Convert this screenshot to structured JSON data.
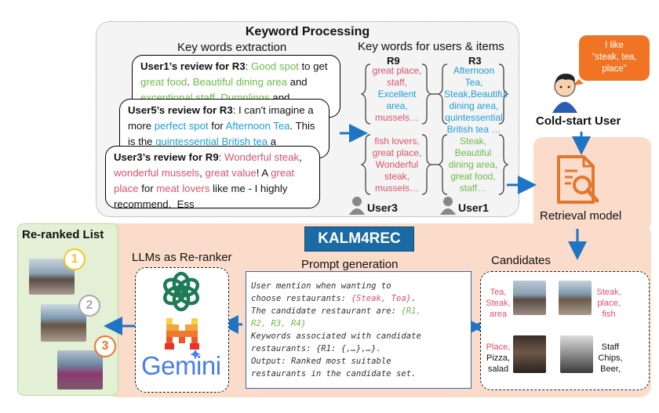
{
  "keyword_processing": {
    "title": "Keyword Processing",
    "extraction_title": "Key words extraction",
    "users_items_title": "Key words for  users & items"
  },
  "reviews": {
    "r1": {
      "head": "User1’s review for R3",
      "sep": ": ",
      "t1": "Good spot",
      "t2": " to get ",
      "t3": "great food",
      "t4": ". ",
      "t5": "Beautiful dining area",
      "t6": " and ",
      "t7": "exceptional staff",
      "t8": ". ",
      "t9": "Dumplings",
      "t10": " and"
    },
    "r2": {
      "head": "User5’s review for R3",
      "sep": ": ",
      "t1": "I can't imagine a more ",
      "t2": "perfect spot",
      "t3": " for ",
      "t4": "Afternoon Tea",
      "t5": ". This is the ",
      "t6": "quintessential British tea",
      "t7": " a"
    },
    "r3": {
      "head": "User3’s review for R9",
      "sep": ": ",
      "t1": "Wonderful steak",
      "t2": ", ",
      "t3": "wonderful mussels",
      "t4": ", ",
      "t5": "great value",
      "t6": "! A ",
      "t7": "great place",
      "t8": " for ",
      "t9": "meat lovers",
      "t10": " like me - I highly recommend.",
      "t11": "Ess"
    }
  },
  "keyword_columns": {
    "r9_label": "R9",
    "r3_label": "R3",
    "r9_user5": [
      "great place,",
      "staff,",
      "Excellent",
      "area,",
      "mussels…"
    ],
    "r3_user5": [
      "Afternoon Tea,",
      "Steak,Beautiful",
      "dining area,",
      "quintessential",
      "British tea …"
    ],
    "r9_user3": [
      "fish lovers,",
      "great place,",
      "Wonderful",
      "steak,",
      "mussels…"
    ],
    "r3_user1": [
      "Steak,",
      "Beautiful",
      "dining area,",
      "great food,",
      "staff…"
    ]
  },
  "users": {
    "user3": "User3",
    "user1": "User1"
  },
  "cold_start": {
    "bubble_line1": "I like",
    "bubble_line2": "“steak, tea,",
    "bubble_line3": "place”",
    "label": "Cold-start User"
  },
  "retrieval": {
    "label": "Retrieval model"
  },
  "kalm": {
    "label": "KALM4REC"
  },
  "prompt": {
    "title": "Prompt generation",
    "l1": "User  mention when wanting to",
    "l2a": "choose restaurants: ",
    "l2b": "{Steak, Tea}",
    "l2c": ".",
    "l3a": "The candidate restaurant are: ",
    "l3b": "{R1,",
    "l4a": "R2, R3, R4}",
    "l5": "Keywords associated with candidate",
    "l6": "restaurants: {R1: {,…},…}.",
    "l7": "Output: Ranked most suitable",
    "l8": "restaurants in the candidate set."
  },
  "candidates": {
    "title": "Candidates",
    "c1": [
      "Tea,",
      "Steak,",
      "area"
    ],
    "c2": [
      "Steak,",
      "place,",
      "fish"
    ],
    "c3_red": "Place,",
    "c3": [
      "Pizza,",
      "salad"
    ],
    "c4": [
      "Staff",
      "Chips,",
      "Beer,"
    ]
  },
  "llm": {
    "title": "LLMs as Re-ranker",
    "gemini": "Gemini"
  },
  "reranked": {
    "title": "Re-ranked List",
    "ranks": [
      "1",
      "2",
      "3"
    ]
  },
  "colors": {
    "green": "#6dbb4a",
    "blue": "#1b9ed8",
    "red": "#d9526a",
    "arrow": "#1f74c4",
    "kalm": "#1a6ba3",
    "orange": "#f07424"
  }
}
